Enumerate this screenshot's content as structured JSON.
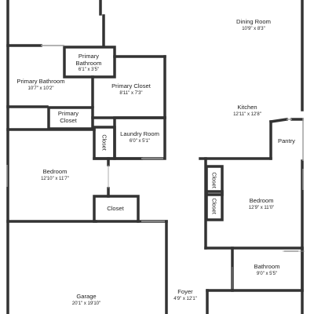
{
  "rooms": {
    "dining": {
      "name": "Dining Room",
      "dims": "10'9\" x 8'3\""
    },
    "primary_bath_small": {
      "name": "Primary Bathroom",
      "dims": "6'1\" x 3'5\""
    },
    "primary_bath": {
      "name": "Primary Bathroom",
      "dims": "10'7\" x 10'2\""
    },
    "primary_closet": {
      "name": "Primary Closet",
      "dims": "8'11\" x 7'3\""
    },
    "primary_closet_small": {
      "name": "Primary Closet"
    },
    "kitchen": {
      "name": "Kitchen",
      "dims": "12'11\" x 12'8\""
    },
    "laundry": {
      "name": "Laundry Room",
      "dims": "6'0\" x 5'1\""
    },
    "closet_vertical": {
      "name": "Closet"
    },
    "pantry": {
      "name": "Pantry"
    },
    "bedroom_left": {
      "name": "Bedroom",
      "dims": "12'10\" x 11'7\""
    },
    "closet_left": {
      "name": "Closet"
    },
    "closet_right_top": {
      "name": "Closet"
    },
    "closet_right_bottom": {
      "name": "Closet"
    },
    "bedroom_right": {
      "name": "Bedroom",
      "dims": "12'9\" x 11'0\""
    },
    "bathroom": {
      "name": "Bathroom",
      "dims": "9'0\" x 5'5\""
    },
    "garage": {
      "name": "Garage",
      "dims": "20'1\" x 19'10\""
    },
    "foyer": {
      "name": "Foyer",
      "dims": "4'9\" x 12'1\""
    }
  },
  "colors": {
    "wall": "#333333",
    "window": "#9a9a9a",
    "background": "#ffffff"
  }
}
